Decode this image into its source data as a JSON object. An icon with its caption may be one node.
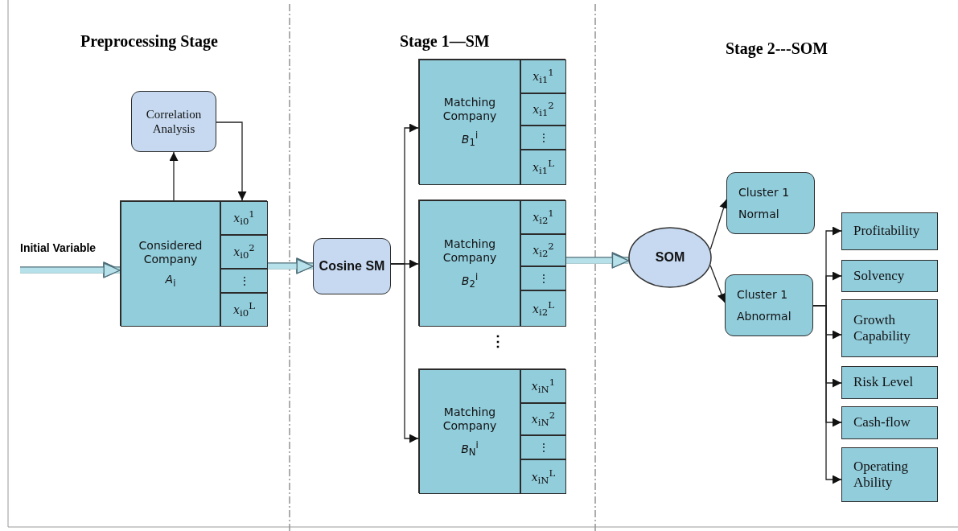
{
  "diagram": {
    "nodes": [
      {
        "text": [
          "Correlation Analysis"
        ]
      },
      {
        "text": [],
        "shape": "box"
      },
      {
        "text": [
          "Considered Company",
          "*A*$_{i}$"
        ],
        "in": 1
      },
      {
        "text": [
          "*x*$_{i0}$$^{1}$"
        ],
        "in": 1
      },
      {
        "text": [
          "*x*$_{i0}$$^{2}$"
        ],
        "in": 1
      },
      {
        "text": [
          "⋮"
        ],
        "in": 1
      },
      {
        "text": [
          "*x*$_{i0}$$^{L}$"
        ],
        "in": 1
      },
      {
        "text": [
          "Cosine SM"
        ]
      },
      {
        "text": [],
        "shape": "box"
      },
      {
        "text": [
          "Matching Company",
          "*B*$_{1}$$^{i}$"
        ],
        "in": 8
      },
      {
        "text": [
          "*x*$_{i1}$$^{1}$"
        ],
        "in": 8
      },
      {
        "text": [
          "*x*$_{i1}$$^{2}$"
        ],
        "in": 8
      },
      {
        "text": [
          "⋮"
        ],
        "in": 8
      },
      {
        "text": [
          "*x*$_{i1}$$^{L}$"
        ],
        "in": 8
      },
      {
        "text": [],
        "shape": "box"
      },
      {
        "text": [
          "Matching Company",
          "*B*$_{2}$$^{i}$"
        ],
        "in": 14
      },
      {
        "text": [
          "*x*$_{i2}$$^{1}$"
        ],
        "in": 14
      },
      {
        "text": [
          "*x*$_{i2}$$^{2}$"
        ],
        "in": 14
      },
      {
        "text": [
          "⋮"
        ],
        "in": 14
      },
      {
        "text": [
          "*x*$_{i2}$$^{L}$"
        ],
        "in": 14
      },
      {
        "text": [],
        "shape": "box"
      },
      {
        "text": [
          "Matching Company",
          "*B*$_{N}$$^{i}$"
        ],
        "in": 20
      },
      {
        "text": [
          "*x*$_{iN}$$^{1}$"
        ],
        "in": 20
      },
      {
        "text": [
          "*x*$_{iN}$$^{2}$"
        ],
        "in": 20
      },
      {
        "text": [
          "⋮"
        ],
        "in": 20
      },
      {
        "text": [
          "*x*$_{iN}$$^{L}$"
        ],
        "in": 20
      },
      {
        "text": [
          "SOM"
        ]
      },
      {
        "text": [
          "Cluster 1",
          "Normal"
        ]
      },
      {
        "text": [
          "Cluster 1",
          "Abnormal"
        ]
      },
      {
        "text": [
          "Profitability"
        ]
      },
      {
        "text": [
          "Solvency"
        ]
      },
      {
        "text": [
          "Growth Capability"
        ]
      },
      {
        "text": [
          "Risk Level"
        ]
      },
      {
        "text": [
          "Cash-flow"
        ]
      },
      {
        "text": [
          "Operating Ability"
        ]
      }
    ],
    "edges": [
      {
        "from": null,
        "to": 1,
        "arrow": "to",
        "label": "Initial Variable",
        "style": "thick",
        "color": "#b7e1ea"
      },
      {
        "from": 2,
        "to": 0,
        "arrow": "to"
      },
      {
        "from": 0,
        "to": 3,
        "arrow": "to"
      },
      {
        "from": 1,
        "to": 7,
        "arrow": "to",
        "style": "thick",
        "color": "#b7e1ea"
      },
      {
        "from": 7,
        "to": 8,
        "arrow": "to"
      },
      {
        "from": 7,
        "to": 14,
        "arrow": "to"
      },
      {
        "from": 7,
        "to": 20,
        "arrow": "to"
      },
      {
        "from": 14,
        "to": 26,
        "arrow": "to",
        "style": "thick",
        "color": "#b7e1ea"
      },
      {
        "from": 26,
        "to": 27,
        "arrow": "to"
      },
      {
        "from": 26,
        "to": 28,
        "arrow": "to"
      },
      {
        "from": 28,
        "to": 29,
        "arrow": "to"
      },
      {
        "from": 28,
        "to": 30,
        "arrow": "to"
      },
      {
        "from": 28,
        "to": 31,
        "arrow": "to"
      },
      {
        "from": 28,
        "to": 32,
        "arrow": "to"
      },
      {
        "from": 28,
        "to": 33,
        "arrow": "to"
      },
      {
        "from": 28,
        "to": 34,
        "arrow": "to"
      }
    ],
    "labels": [
      "Preprocessing Stage",
      "Stage 1—SM",
      "Stage 2---SOM",
      "⋮"
    ]
  }
}
